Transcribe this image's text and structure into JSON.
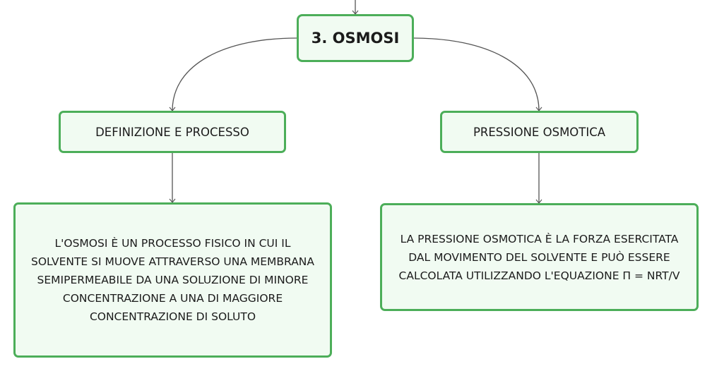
{
  "colors": {
    "node_border": "#4cae59",
    "node_fill": "#f1fbf2",
    "connector": "#555555",
    "text": "#1b1b1b"
  },
  "root": {
    "label": "3. OSMOSI"
  },
  "branches": [
    {
      "label": "DEFINIZIONE E PROCESSO",
      "detail": "L'OSMOSI È UN PROCESSO FISICO IN CUI IL SOLVENTE SI MUOVE ATTRAVERSO UNA MEMBRANA SEMIPERMEABILE DA UNA SOLUZIONE DI MINORE CONCENTRAZIONE A UNA DI MAGGIORE CONCENTRAZIONE DI SOLUTO"
    },
    {
      "label": "PRESSIONE OSMOTICA",
      "detail": "LA PRESSIONE OSMOTICA È LA FORZA ESERCITATA DAL MOVIMENTO DEL SOLVENTE E PUÒ ESSERE CALCOLATA UTILIZZANDO L'EQUAZIONE Π = NRT/V"
    }
  ]
}
